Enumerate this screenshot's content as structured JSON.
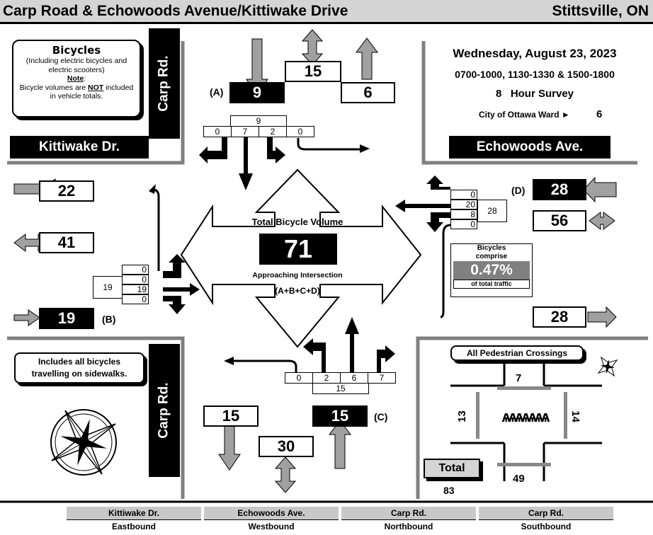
{
  "header": {
    "title": "Carp Road & Echowoods Avenue/Kittiwake Drive",
    "location": "Stittsville, ON"
  },
  "info": {
    "date": "Wednesday, August 23, 2023",
    "times": "0700-1000, 1130-1330 & 1500-1800",
    "survey": "8   Hour Survey",
    "ward_label": "City of Ottawa Ward ►",
    "ward": "6"
  },
  "note_box": {
    "title": "Bicycles",
    "line1": "(Including electric bicycles and",
    "line2": "electric scooters)",
    "note_label": "Note",
    "line3a": "Bicycle volumes are ",
    "line3b": "NOT",
    "line3c": " included",
    "line4": "in vehicle totals."
  },
  "streets": {
    "kittiwake": "Kittiwake Dr.",
    "echowoods": "Echowoods Ave.",
    "carp_top": "Carp Rd.",
    "carp_bottom": "Carp Rd."
  },
  "north": {
    "label_a": "(A)",
    "in": "9",
    "total": "15",
    "out": "6",
    "approach_total": "9",
    "moves": [
      "0",
      "7",
      "2",
      "0"
    ]
  },
  "west": {
    "out": "22",
    "total": "41",
    "in": "19",
    "label_b": "(B)",
    "approach_total": "19",
    "moves": [
      "0",
      "0",
      "19",
      "0"
    ]
  },
  "east": {
    "label_d": "(D)",
    "in": "28",
    "total": "56",
    "out": "28",
    "approach_total": "28",
    "moves": [
      "0",
      "20",
      "8",
      "0"
    ]
  },
  "south": {
    "label_c": "(C)",
    "in": "15",
    "total": "30",
    "out": "15",
    "approach_total": "15",
    "moves": [
      "0",
      "2",
      "6",
      "7"
    ]
  },
  "center": {
    "title": "Total Bicycle Volume",
    "value": "71",
    "sub": "Approaching Intersection",
    "formula": "(A+B+C+D)"
  },
  "comprise": {
    "line1": "Bicycles",
    "line2": "comprise",
    "pct": "0.47%",
    "line3": "of total traffic"
  },
  "sidewalk_note": {
    "line1": "Includes all bicycles",
    "line2": "travelling on sidewalks."
  },
  "ped": {
    "title": "All Pedestrian Crossings",
    "north": "7",
    "west": "13",
    "east": "14",
    "south": "49",
    "total_label": "Total",
    "total": "83"
  },
  "footer": [
    {
      "road": "Kittiwake Dr.",
      "dir": "Eastbound"
    },
    {
      "road": "Echowoods Ave.",
      "dir": "Westbound"
    },
    {
      "road": "Carp Rd.",
      "dir": "Northbound"
    },
    {
      "road": "Carp Rd.",
      "dir": "Southbound"
    }
  ],
  "colors": {
    "arrow_gray": "#a0a0a0",
    "panel_gray": "#808080",
    "title_gray": "#d4d4d4"
  }
}
